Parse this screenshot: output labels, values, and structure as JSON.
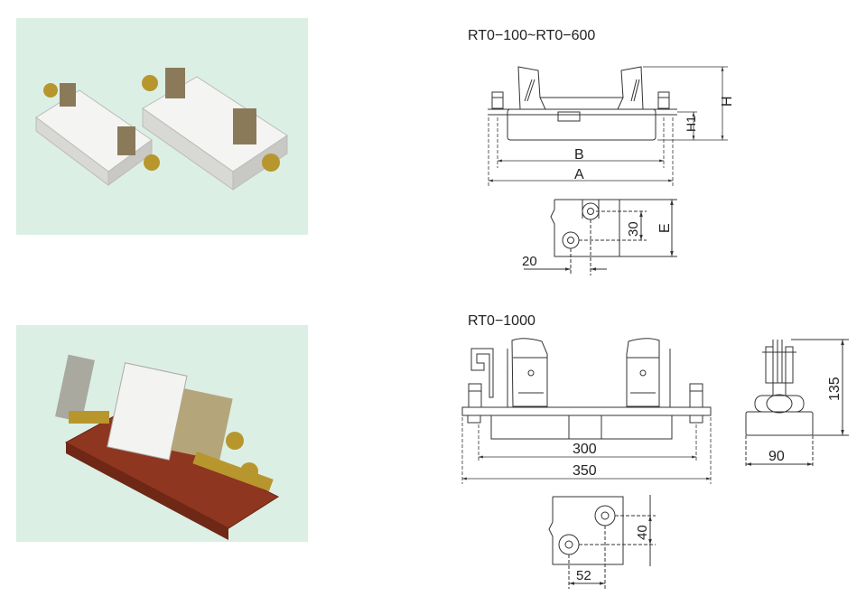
{
  "colors": {
    "photo_background": "#dcefe5",
    "line": "#333333",
    "base_porcelain": "#f2f2f0",
    "base_red": "#9a3a22"
  },
  "top_section": {
    "title": "RT0−100~RT0−600",
    "dimension_labels": {
      "B": "B",
      "A": "A",
      "H": "H",
      "H1": "H1",
      "E": "E",
      "spacing_vertical": "30",
      "spacing_horizontal": "20"
    }
  },
  "bottom_section": {
    "title": "RT0−1000",
    "dimension_labels": {
      "inner_width": "300",
      "overall_width": "350",
      "height": "135",
      "depth": "90",
      "spacing_vertical": "40",
      "spacing_horizontal": "52"
    }
  },
  "photos": [
    {
      "icon": "porcelain-fuse-base-photo"
    },
    {
      "icon": "rt0-1000-fuse-holder-photo"
    }
  ]
}
